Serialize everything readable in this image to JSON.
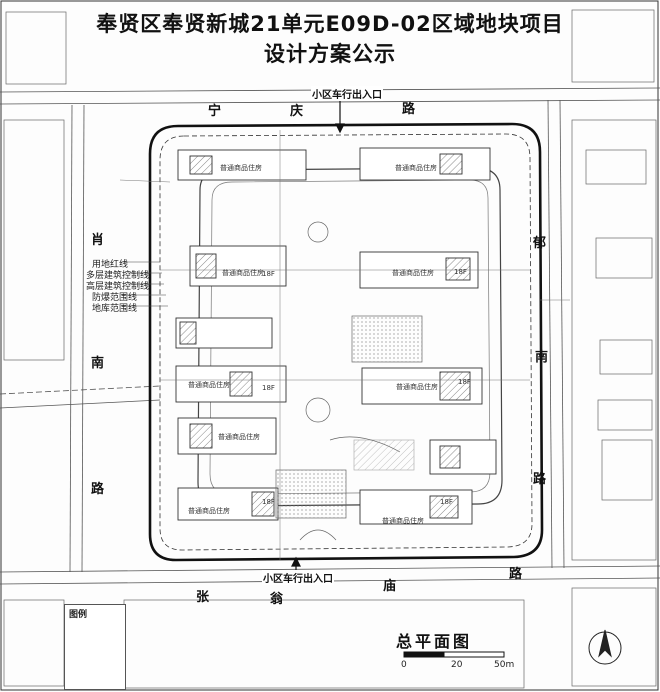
{
  "title": {
    "line1": "奉贤区奉贤新城21单元E09D-02区域地块项目",
    "line2": "设计方案公示"
  },
  "roads": {
    "north": [
      "宁",
      "庆",
      "路"
    ],
    "west": [
      "肖",
      "南",
      "路"
    ],
    "east": [
      "郁",
      "南",
      "路"
    ],
    "south": [
      "张",
      "翁",
      "庙",
      "路"
    ]
  },
  "entrances": {
    "north": "小区车行出入口",
    "south": "小区车行出入口"
  },
  "legend": {
    "items": [
      "用地红线",
      "多层建筑控制线",
      "高层建筑控制线",
      "防爆范围线",
      "地库范围线"
    ]
  },
  "buildings": {
    "label": "普通商品住房",
    "floors": "18F"
  },
  "drawing_title": "总平面图",
  "scale": {
    "ticks": [
      "0",
      "20",
      "50m"
    ]
  },
  "notes_header": "图例",
  "colors": {
    "line": "#2a2a2a",
    "redline": "#111111",
    "hatch": "#9a9a9a",
    "paper": "#fdfdfd"
  }
}
